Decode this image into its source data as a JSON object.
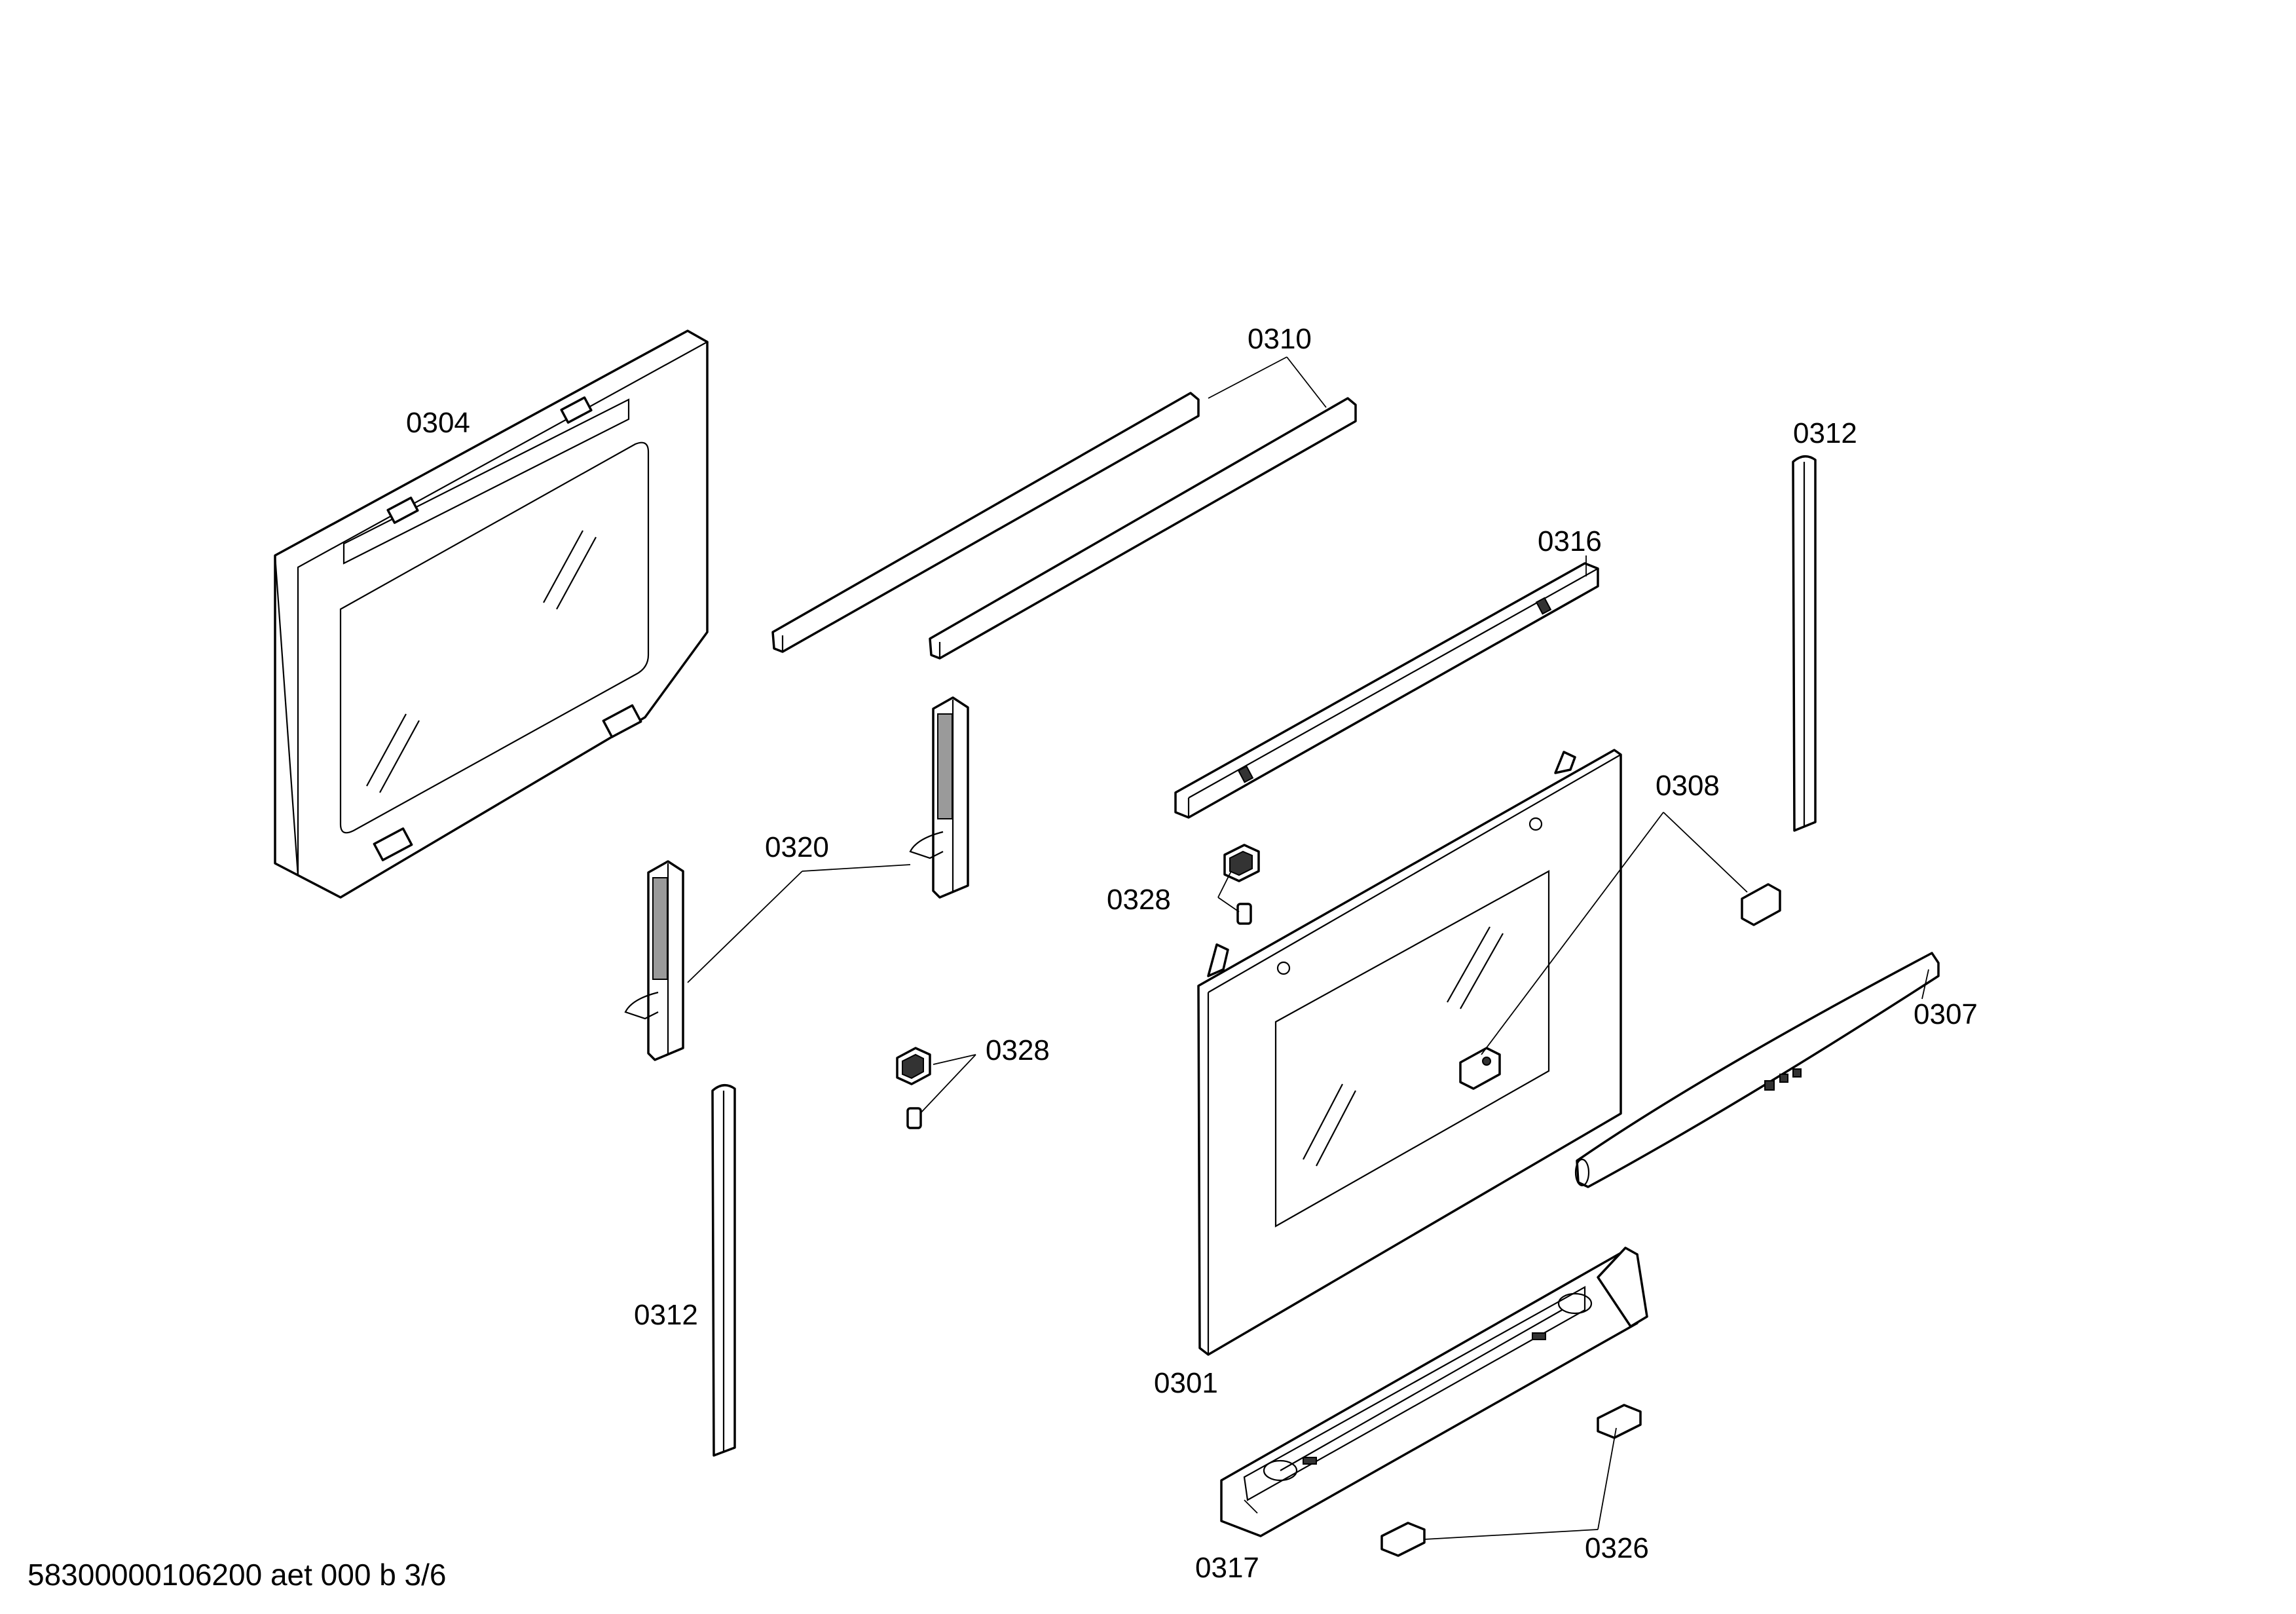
{
  "labels": {
    "p0304": "0304",
    "p0310": "0310",
    "p0312_top": "0312",
    "p0316": "0316",
    "p0308": "0308",
    "p0320": "0320",
    "p0328_upper": "0328",
    "p0328_lower": "0328",
    "p0307": "0307",
    "p0312_bottom": "0312",
    "p0301": "0301",
    "p0317": "0317",
    "p0326": "0326"
  },
  "footer": "58300000106200 aet 000 b 3/6"
}
